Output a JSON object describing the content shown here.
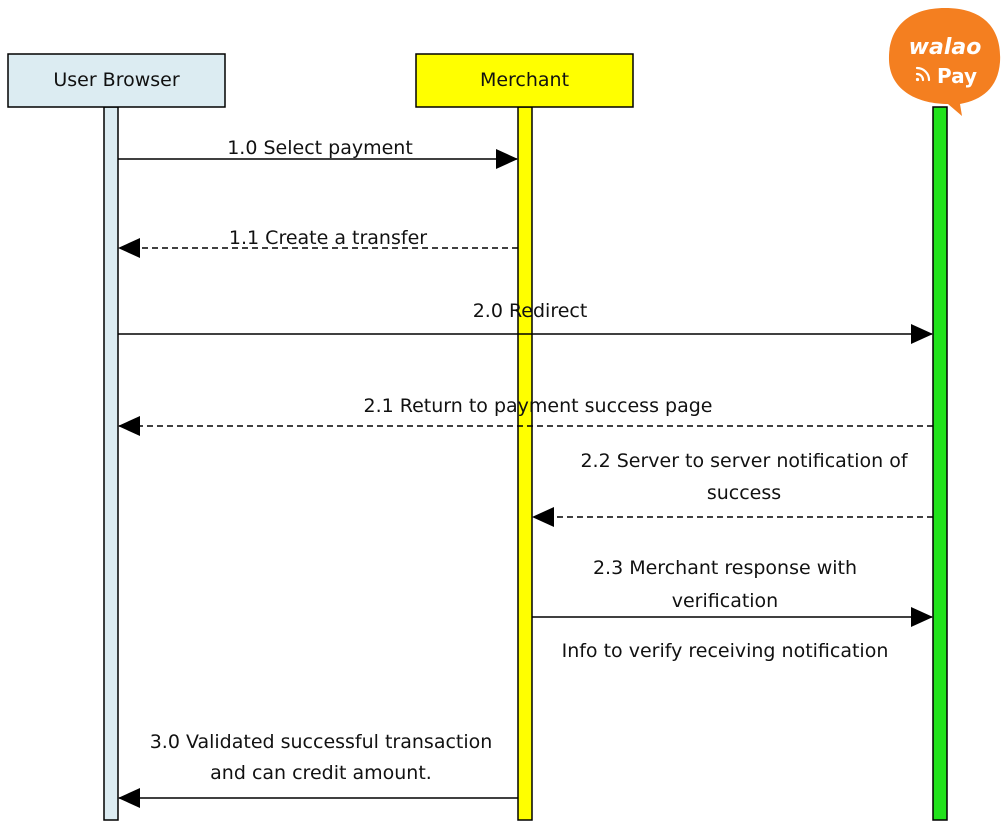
{
  "participants": {
    "user_browser": {
      "label": "User Browser",
      "color": "#dcecf2"
    },
    "merchant": {
      "label": "Merchant",
      "color": "#ffff00"
    },
    "walaopay": {
      "logo_text_top": "walao",
      "logo_text_bottom": "Pay",
      "color": "#21e31b",
      "logo_color": "#f47f20"
    }
  },
  "messages": {
    "m1_0": {
      "label": "1.0 Select payment",
      "style": "solid"
    },
    "m1_1": {
      "label": "1.1 Create a transfer",
      "style": "dashed"
    },
    "m2_0": {
      "label": "2.0 Redirect",
      "style": "solid"
    },
    "m2_1": {
      "label": "2.1 Return to payment success page",
      "style": "dashed"
    },
    "m2_2": {
      "line1": "2.2 Server to server notification of",
      "line2": "success",
      "style": "dashed"
    },
    "m2_3": {
      "line1": "2.3 Merchant response with",
      "line2": "verification",
      "note": "Info to verify receiving notification",
      "style": "solid"
    },
    "m3_0": {
      "line1": "3.0 Validated successful transaction",
      "line2": "and can credit amount.",
      "style": "solid"
    }
  }
}
